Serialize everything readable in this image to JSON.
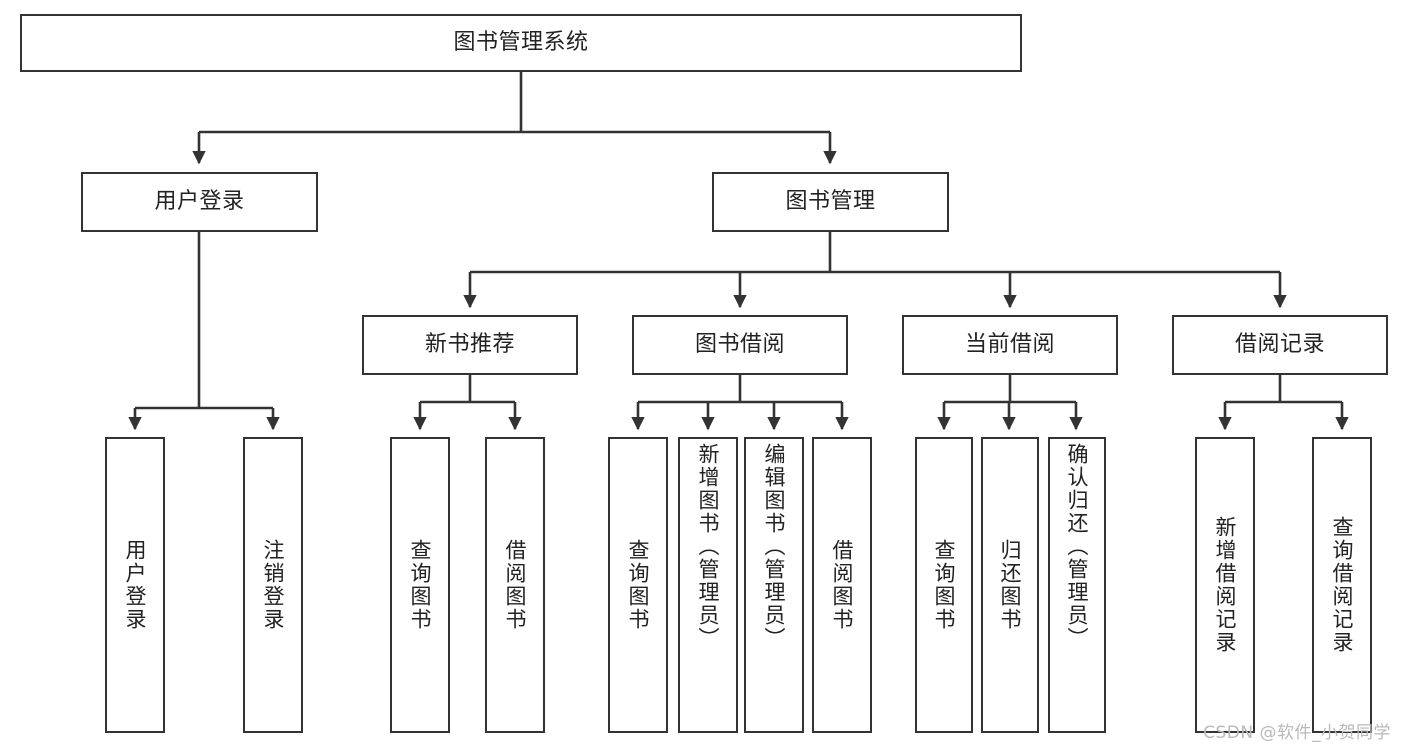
{
  "diagram": {
    "type": "tree-hierarchy",
    "title": "图书管理系统",
    "watermark": "CSDN @软件_小贺同学",
    "colors": {
      "box_border": "#333333",
      "box_fill": "#ffffff",
      "connector": "#333333",
      "text": "#222222",
      "watermark": "#b9b9b9"
    },
    "levels": {
      "root": {
        "label": "图书管理系统"
      },
      "level2": [
        {
          "id": "user-login",
          "label": "用户登录"
        },
        {
          "id": "book-manage",
          "label": "图书管理"
        }
      ],
      "level3": [
        {
          "id": "new-book-rec",
          "label": "新书推荐",
          "parent": "book-manage"
        },
        {
          "id": "book-borrow",
          "label": "图书借阅",
          "parent": "book-manage"
        },
        {
          "id": "current-borrow",
          "label": "当前借阅",
          "parent": "book-manage"
        },
        {
          "id": "borrow-record",
          "label": "借阅记录",
          "parent": "book-manage"
        }
      ],
      "leaves": [
        {
          "id": "leaf-user-login",
          "label": "用户登录",
          "parent": "user-login"
        },
        {
          "id": "leaf-logout",
          "label": "注销登录",
          "parent": "user-login"
        },
        {
          "id": "leaf-query-book-1",
          "label": "查询图书",
          "parent": "new-book-rec"
        },
        {
          "id": "leaf-borrow-book-1",
          "label": "借阅图书",
          "parent": "new-book-rec"
        },
        {
          "id": "leaf-query-book-2",
          "label": "查询图书",
          "parent": "book-borrow"
        },
        {
          "id": "leaf-add-book",
          "label": "新增图书（管理员）",
          "parent": "book-borrow"
        },
        {
          "id": "leaf-edit-book",
          "label": "编辑图书（管理员）",
          "parent": "book-borrow"
        },
        {
          "id": "leaf-borrow-book-2",
          "label": "借阅图书",
          "parent": "book-borrow"
        },
        {
          "id": "leaf-query-book-3",
          "label": "查询图书",
          "parent": "current-borrow"
        },
        {
          "id": "leaf-return-book",
          "label": "归还图书",
          "parent": "current-borrow"
        },
        {
          "id": "leaf-confirm-return",
          "label": "确认归还（管理员）",
          "parent": "current-borrow"
        },
        {
          "id": "leaf-add-record",
          "label": "新增借阅记录",
          "parent": "borrow-record"
        },
        {
          "id": "leaf-query-record",
          "label": "查询借阅记录",
          "parent": "borrow-record"
        }
      ]
    }
  }
}
